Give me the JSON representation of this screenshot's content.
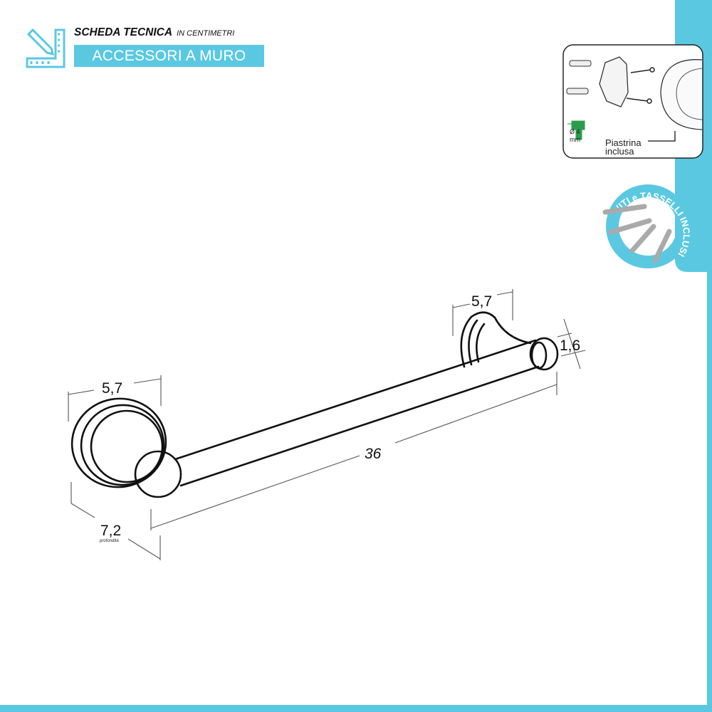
{
  "header": {
    "title": "SCHEDA TECNICA",
    "subtitle": "IN CENTIMETRI",
    "category": "ACCESSORI A MURO",
    "icon": "ruler-pencil-icon",
    "accent_color": "#5bc8e2"
  },
  "kit": {
    "drill_size": "Ø 4",
    "drill_unit": "mm",
    "plate_label_1": "Piastrina",
    "plate_label_2": "inclusa",
    "badge": "VITI e TASSELLI INCLUSI"
  },
  "dimensions": {
    "left_bracket_width": "5,7",
    "right_bracket_width": "5,7",
    "rod_diameter": "1,6",
    "length": "36",
    "depth": "7,2",
    "depth_label": "profondità"
  }
}
